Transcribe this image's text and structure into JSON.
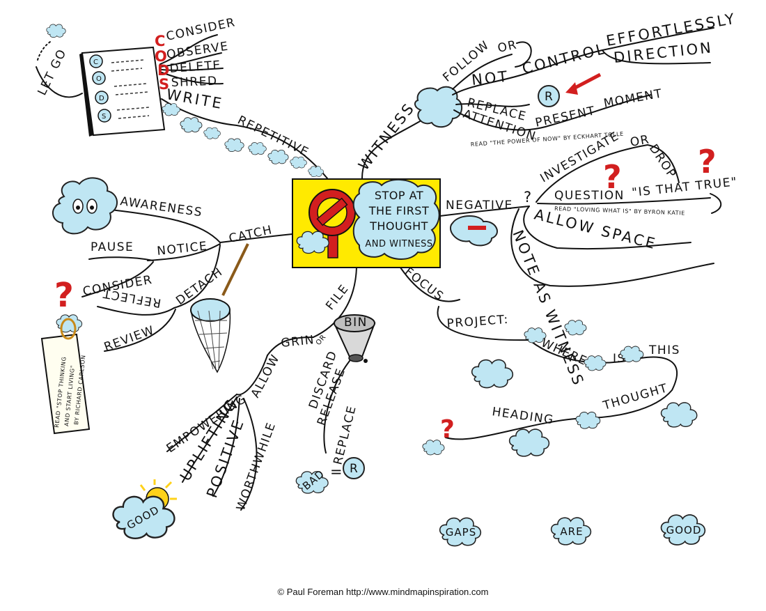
{
  "colors": {
    "ink": "#111111",
    "cloud_fill": "#bfe6f3",
    "center_box": "#ffea00",
    "accent_red": "#d21f1f",
    "sun": "#ffd21a"
  },
  "center": {
    "lines": [
      "STOP AT",
      "THE FIRST",
      "THOUGHT",
      "AND WITNESS"
    ],
    "icon": "stop-sign-icon"
  },
  "branches": {
    "witness": {
      "label": "WITNESS",
      "follow": "FOLLOW",
      "or": "OR",
      "not": "NOT",
      "control": "CONTROL",
      "effortlessly": "EFFORTLESSLY",
      "direction": "DIRECTION",
      "replace": "REPLACE",
      "r": "R",
      "attention": "ATTENTION",
      "present": "PRESENT",
      "moment": "MOMENT",
      "credit_tolle": "BY ECKHART TOLLE",
      "read_power": "READ \"THE POWER OF NOW\" BY ECKHART TOLLE"
    },
    "negative": {
      "label": "NEGATIVE",
      "qmark": "?",
      "investigate": "INVESTIGATE",
      "or": "OR",
      "drop": "DROP",
      "question": "QUESTION",
      "is_that_true": "\"IS THAT TRUE\"",
      "read_loving": "READ \"LOVING WHAT IS\" BY BYRON KATIE",
      "allow_space": "ALLOW SPACE",
      "note_as_witness": "NOTE AS WITNESS"
    },
    "focus": {
      "label": "FOCUS",
      "project": "PROJECT:",
      "where": "WHERE",
      "is": "IS",
      "this": "THIS",
      "thought": "THOUGHT",
      "heading": "HEADING",
      "qmark": "?"
    },
    "file": {
      "label": "FILE",
      "bin": "BIN",
      "discard": "DISCARD",
      "release": "RELEASE",
      "replace": "REPLACE",
      "bad": "BAD",
      "equals": "=",
      "r": "R",
      "grin": "GRIN",
      "or": "OR",
      "allow": "ALLOW",
      "empowering": "EMPOWERING",
      "uplifting": "UPLIFTING",
      "positive": "POSITIVE",
      "worthwhile": "WORTHWHILE",
      "good": "GOOD"
    },
    "catch": {
      "label": "CATCH",
      "awareness": "AWARENESS",
      "notice": "NOTICE",
      "pause": "PAUSE",
      "consider": "CONSIDER",
      "detach": "DETACH",
      "reflect": "REFLECT",
      "review": "REVIEW",
      "qmark": "?",
      "tag_lines": [
        "READ \"STOP THINKING",
        "AND START LIVING\"",
        "BY RICHARD CARLSON"
      ]
    },
    "repetitive": {
      "label": "REPETITIVE",
      "write": "WRITE",
      "let_go": "LET GO",
      "letters": [
        "C",
        "O",
        "D",
        "S"
      ],
      "words": [
        "CONSIDER",
        "OBSERVE",
        "DELETE",
        "SHRED"
      ]
    }
  },
  "gaps": [
    "GAPS",
    "ARE",
    "GOOD"
  ],
  "credit": "© Paul Foreman http://www.mindmapinspiration.com"
}
